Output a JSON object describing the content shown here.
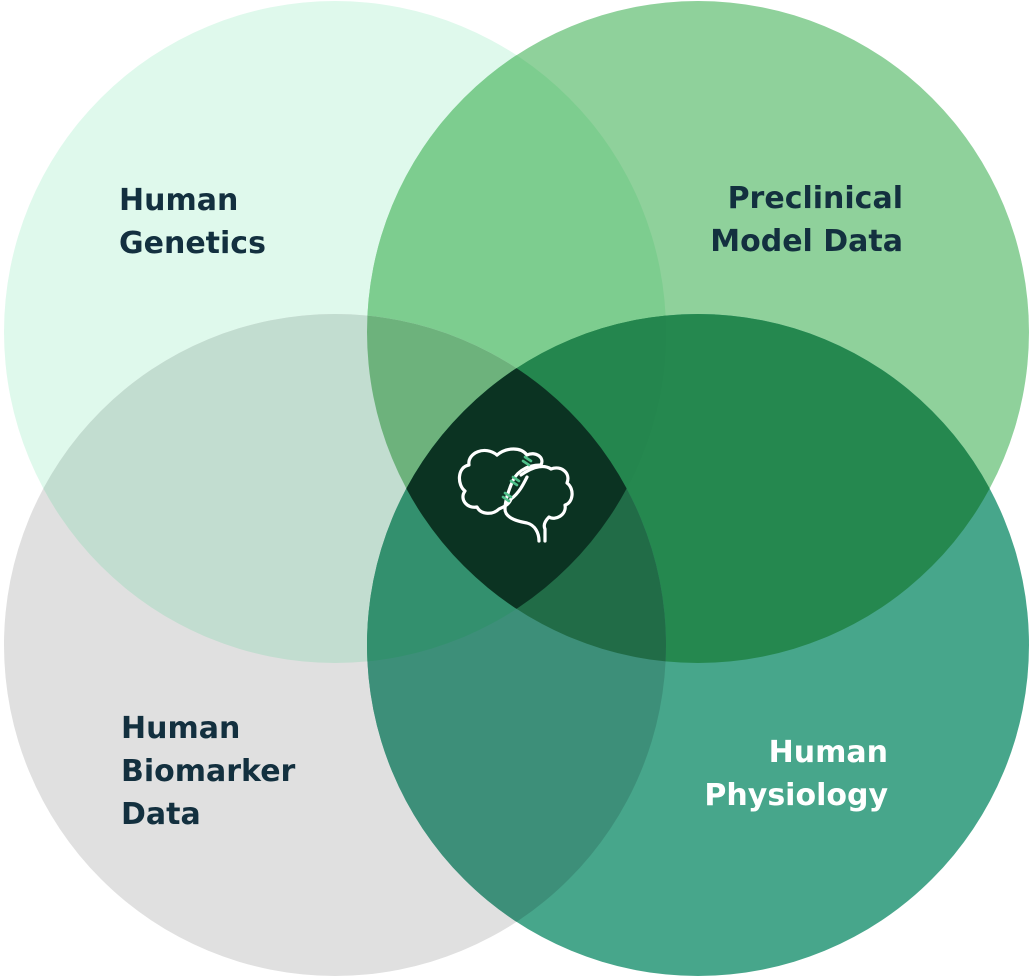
{
  "diagram": {
    "type": "venn",
    "sets": [
      {
        "id": "TL",
        "label": "Human\nGenetics",
        "color": "#dff9ec"
      },
      {
        "id": "TR",
        "label": "Preclinical\nModel Data",
        "color": "#8fd19b"
      },
      {
        "id": "BL",
        "label": "Human\nBiomarker\nData",
        "color": "#e0e0e0"
      },
      {
        "id": "BR",
        "label": "Human\nPhysiology",
        "color": "#47a68b"
      }
    ],
    "intersection_colors": {
      "TL_TR": "#7dcd8f",
      "TL_BL": "#c2ddd0",
      "TR_BR": "#25884f",
      "BL_BR": "#3d8f79",
      "TL_TR_BL": "#6db27c",
      "TL_BL_BR": "#33906e",
      "TL_TR_BR": "#24864e",
      "TR_BL_BR": "#216c47",
      "ALL": "#0b3322"
    },
    "center_icon": "brain-dna-icon",
    "icon_accent": "#4fc08a"
  }
}
